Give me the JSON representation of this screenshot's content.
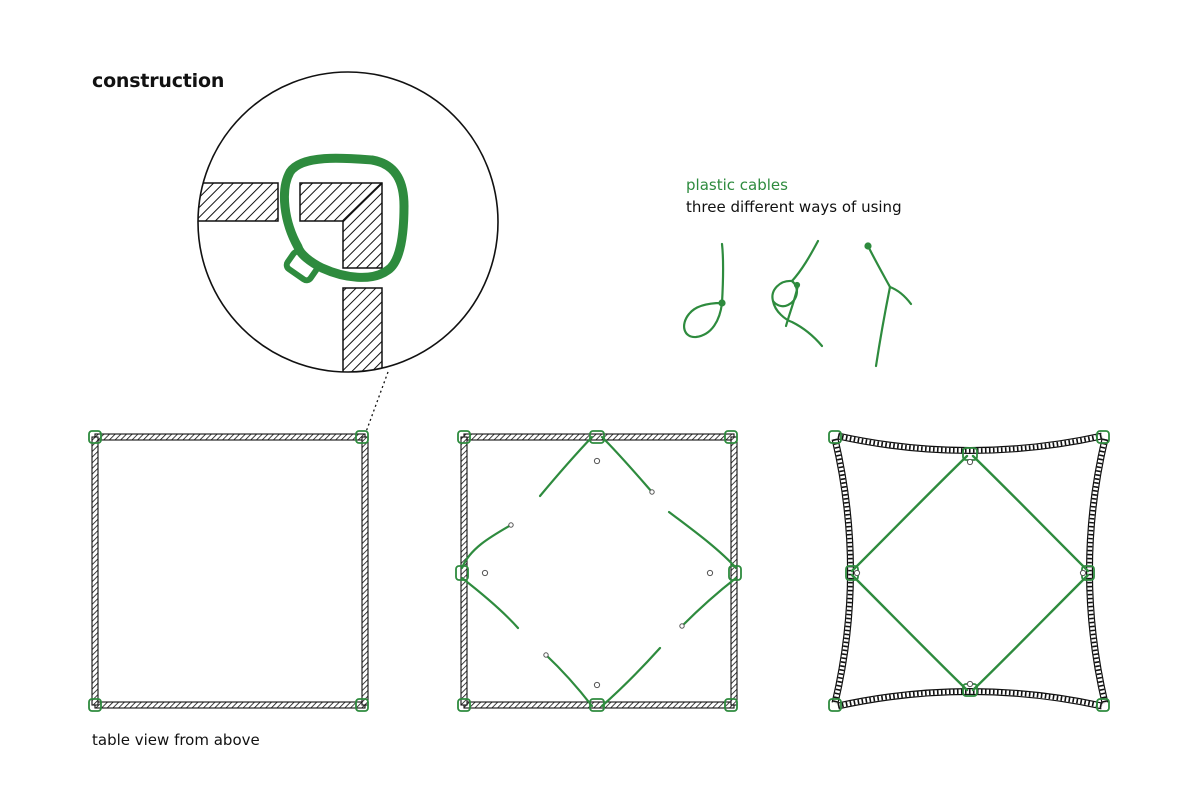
{
  "heading": "construction",
  "cables": {
    "title": "plastic cables",
    "subtitle": "three different ways of using"
  },
  "caption": "table view from above",
  "colors": {
    "cable": "#2e8b3e",
    "ink": "#111111",
    "background": "#ffffff"
  }
}
